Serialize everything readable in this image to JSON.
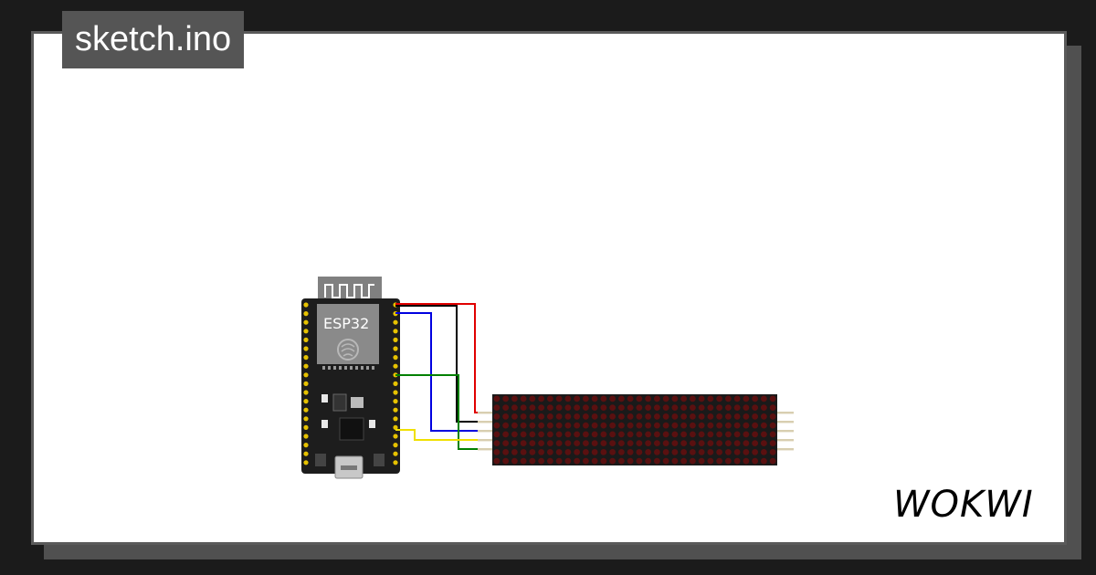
{
  "sketch": {
    "filename": "sketch.ino"
  },
  "board": {
    "label": "ESP32"
  },
  "brand": {
    "name": "WOKWI"
  },
  "colors": {
    "background": "#1b1b1b",
    "canvas": "#ffffff",
    "tab": "#555555",
    "wire_red": "#e00000",
    "wire_black": "#000000",
    "wire_blue": "#0000e0",
    "wire_green": "#008000",
    "wire_yellow": "#f0e000",
    "pin_gold": "#e6c200",
    "board": "#1d1d1d",
    "matrix": "#1a1a1a",
    "led_off": "#5a1010"
  },
  "matrix": {
    "columns": 32,
    "rows": 8
  },
  "icons": [
    "wifi-antenna-icon",
    "espressif-logo-icon",
    "usb-port-icon",
    "matrix-pin-icon"
  ]
}
